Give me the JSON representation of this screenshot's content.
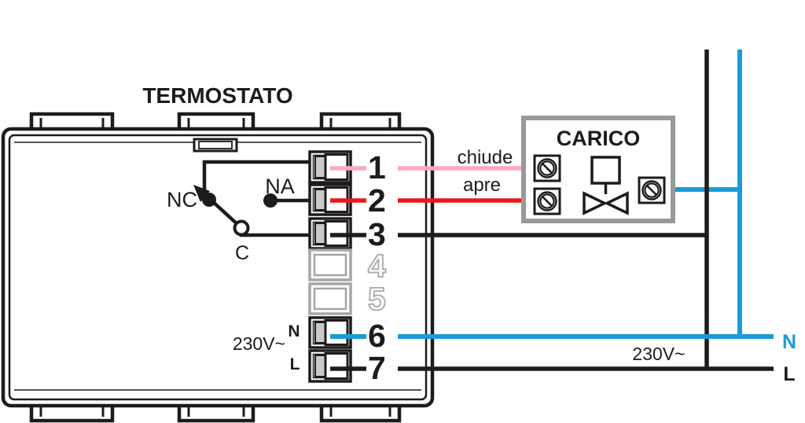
{
  "diagram": {
    "device": {
      "title": "TERMOSTATO"
    },
    "load": {
      "title": "CARICO"
    },
    "switch": {
      "nc_label": "NC",
      "na_label": "NA",
      "c_label": "C"
    },
    "wire_labels": {
      "close_wire": "chiude",
      "open_wire": "apre"
    },
    "terminals": [
      {
        "label": "1",
        "state": "active",
        "wire": "pink"
      },
      {
        "label": "2",
        "state": "active",
        "wire": "red"
      },
      {
        "label": "3",
        "state": "active",
        "wire": "black"
      },
      {
        "label": "4",
        "state": "unused",
        "wire": "none"
      },
      {
        "label": "5",
        "state": "unused",
        "wire": "none"
      },
      {
        "label": "6",
        "state": "active",
        "wire": "blue"
      },
      {
        "label": "7",
        "state": "active",
        "wire": "black"
      }
    ],
    "power_left": {
      "voltage": "230V~",
      "neutral": "N",
      "line": "L"
    },
    "power_right": {
      "voltage": "230V~",
      "neutral": "N",
      "line": "L"
    }
  },
  "colors": {
    "pink": "#f9a8c5",
    "red": "#e8191d",
    "blue": "#189cd8",
    "black": "#1f1b1c",
    "gray_border": "#999999",
    "gray_terminal": "#a6a6a6",
    "pad_gray": "#c9c9c9"
  }
}
